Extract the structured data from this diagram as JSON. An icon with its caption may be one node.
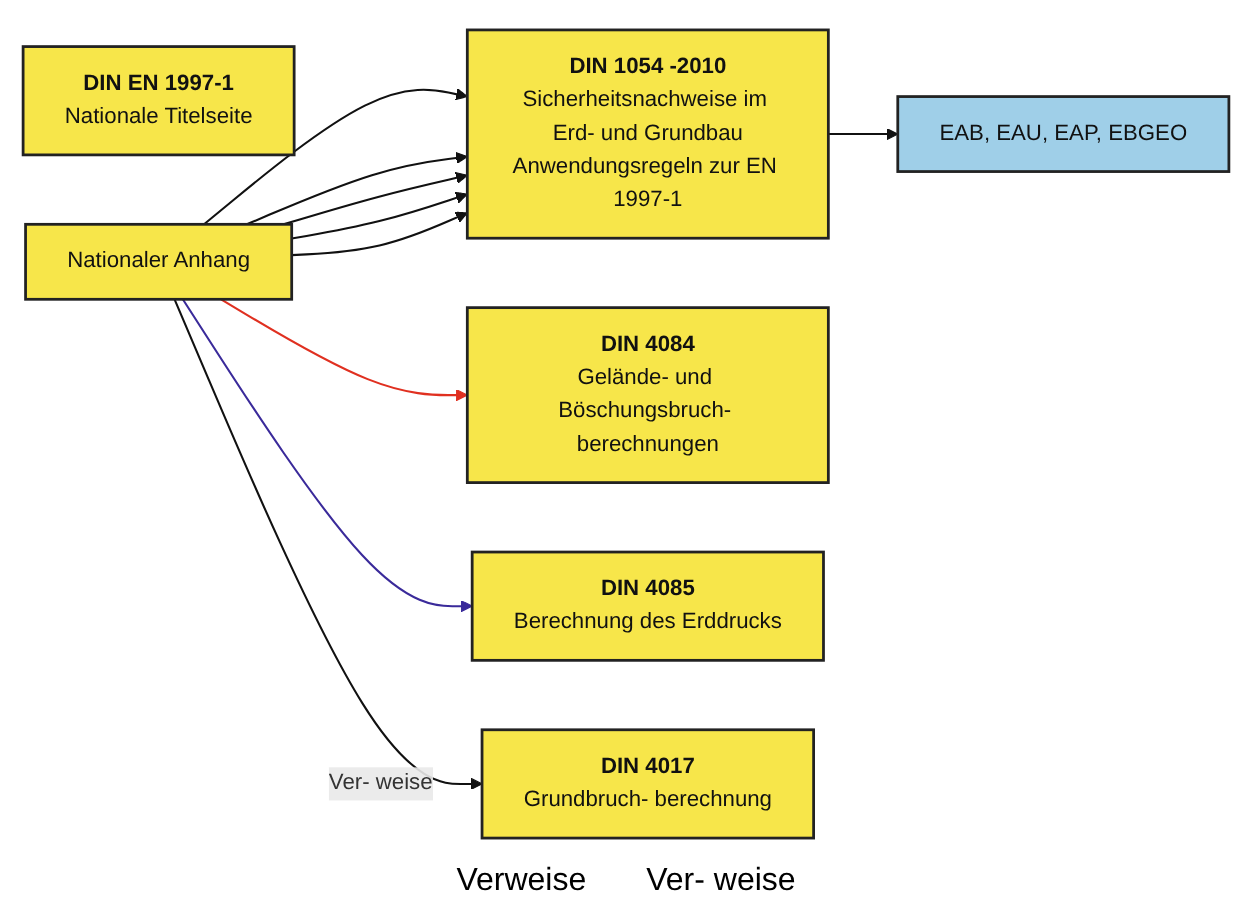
{
  "diagram": {
    "nodes": [
      {
        "text": [
          "DIN EN 1997-1",
          "Nationale Titelseite"
        ]
      },
      {
        "text": [
          "EAB, EAU, EAP, EBGEO"
        ]
      },
      {
        "text": [
          "DIN 1054 -2010",
          "Sicherheitsnachweise im Erd- und Grundbau",
          "Anwendungsregeln zur EN 1997-1"
        ]
      },
      {
        "text": [
          "DIN 4084",
          "Gelände- und Böschungsbruch- berechnungen"
        ]
      },
      {
        "text": [
          "DIN 4085",
          "Berechnung des Erddrucks"
        ]
      },
      {
        "text": [
          "DIN 4017",
          "Grundbruch- berechnung"
        ]
      },
      {
        "text": [
          "Nationaler Anhang"
        ]
      }
    ],
    "edges": [
      {
        "from": 2,
        "to": 1,
        "arrow": "to"
      },
      {
        "from": 6,
        "to": 2,
        "arrow": "to"
      },
      {
        "from": 6,
        "to": 2,
        "arrow": "to"
      },
      {
        "from": 6,
        "to": 2,
        "arrow": "to"
      },
      {
        "from": 6,
        "to": 2,
        "arrow": "to"
      },
      {
        "from": 6,
        "to": 2,
        "arrow": "to"
      },
      {
        "from": 6,
        "to": 3,
        "arrow": "to",
        "color": "#e03020"
      },
      {
        "from": 6,
        "to": 4,
        "arrow": "to",
        "color": "#3a2a9a"
      },
      {
        "from": 6,
        "to": 5,
        "arrow": "to",
        "label": "Ver- weise"
      }
    ],
    "labels": [
      "Verweise",
      "Ver- weise"
    ]
  }
}
